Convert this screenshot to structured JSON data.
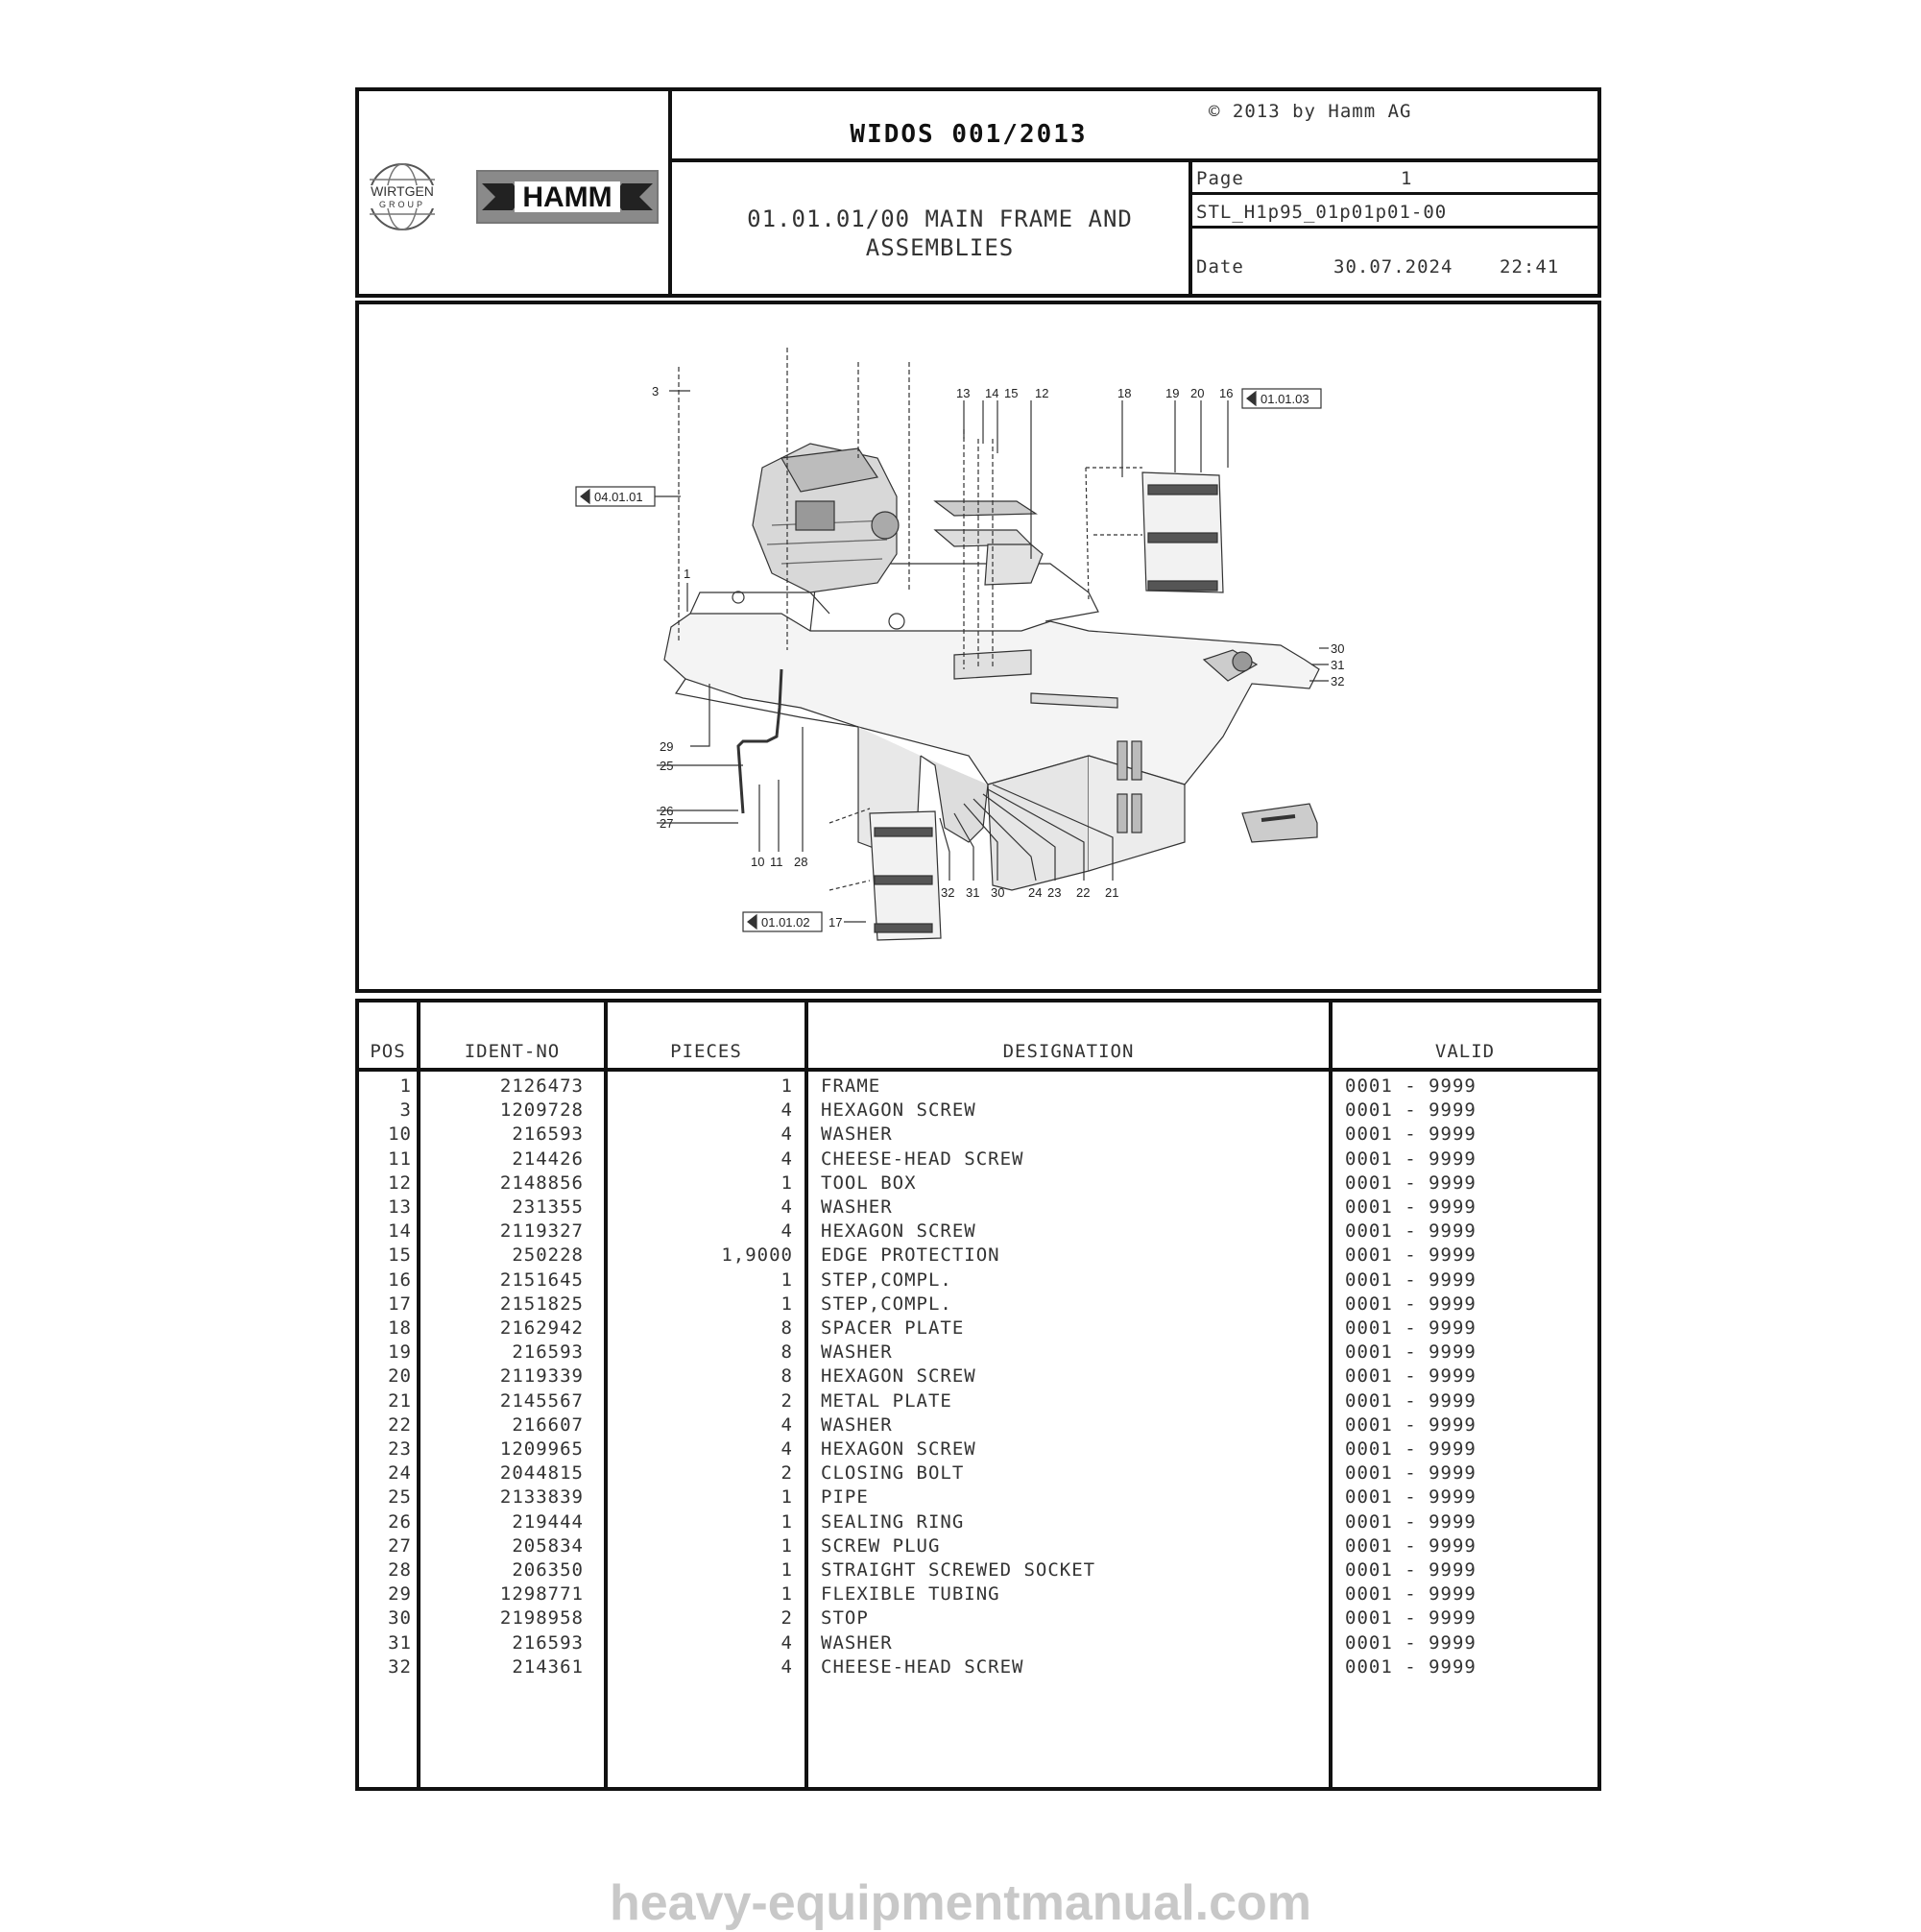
{
  "header": {
    "widos": "WIDOS 001/2013",
    "copyright": "© 2013 by Hamm AG",
    "title_line1": "01.01.01/00 MAIN FRAME AND",
    "title_line2": "ASSEMBLIES",
    "page_label": "Page",
    "page_value": "1",
    "stl": "STL_H1p95_01p01p01-00",
    "date_label": "Date",
    "date_value": "30.07.2024",
    "time_value": "22:41"
  },
  "logos": {
    "wirtgen_line1": "WIRTGEN",
    "wirtgen_line2": "GROUP",
    "hamm": "HAMM"
  },
  "drawing": {
    "refs": {
      "r_04_01_01": "04.01.01",
      "r_01_01_03": "01.01.03",
      "r_01_01_02": "01.01.02"
    },
    "callouts": {
      "c1": "1",
      "c3": "3",
      "c10": "10",
      "c11": "11",
      "c12": "12",
      "c13": "13",
      "c14": "14",
      "c15": "15",
      "c16": "16",
      "c17": "17",
      "c18": "18",
      "c19": "19",
      "c20": "20",
      "c21": "21",
      "c22": "22",
      "c23": "23",
      "c24": "24",
      "c25": "25",
      "c26": "26",
      "c27": "27",
      "c28": "28",
      "c29": "29",
      "c30": "30",
      "c31": "31",
      "c32": "32",
      "c30b": "30",
      "c31b": "31",
      "c32b": "32"
    }
  },
  "table": {
    "headers": {
      "pos": "POS",
      "ident": "IDENT-NO",
      "pieces": "PIECES",
      "designation": "DESIGNATION",
      "valid": "VALID"
    },
    "rows": [
      {
        "pos": "1",
        "ident": "2126473",
        "pieces": "1",
        "designation": "FRAME",
        "valid": "0001 - 9999"
      },
      {
        "pos": "3",
        "ident": "1209728",
        "pieces": "4",
        "designation": "HEXAGON SCREW",
        "valid": "0001 - 9999"
      },
      {
        "pos": "10",
        "ident": "216593",
        "pieces": "4",
        "designation": "WASHER",
        "valid": "0001 - 9999"
      },
      {
        "pos": "11",
        "ident": "214426",
        "pieces": "4",
        "designation": "CHEESE-HEAD SCREW",
        "valid": "0001 - 9999"
      },
      {
        "pos": "12",
        "ident": "2148856",
        "pieces": "1",
        "designation": "TOOL BOX",
        "valid": "0001 - 9999"
      },
      {
        "pos": "13",
        "ident": "231355",
        "pieces": "4",
        "designation": "WASHER",
        "valid": "0001 - 9999"
      },
      {
        "pos": "14",
        "ident": "2119327",
        "pieces": "4",
        "designation": "HEXAGON SCREW",
        "valid": "0001 - 9999"
      },
      {
        "pos": "15",
        "ident": "250228",
        "pieces": "1,9000",
        "designation": "EDGE PROTECTION",
        "valid": "0001 - 9999"
      },
      {
        "pos": "16",
        "ident": "2151645",
        "pieces": "1",
        "designation": "STEP,COMPL.",
        "valid": "0001 - 9999"
      },
      {
        "pos": "17",
        "ident": "2151825",
        "pieces": "1",
        "designation": "STEP,COMPL.",
        "valid": "0001 - 9999"
      },
      {
        "pos": "18",
        "ident": "2162942",
        "pieces": "8",
        "designation": "SPACER PLATE",
        "valid": "0001 - 9999"
      },
      {
        "pos": "19",
        "ident": "216593",
        "pieces": "8",
        "designation": "WASHER",
        "valid": "0001 - 9999"
      },
      {
        "pos": "20",
        "ident": "2119339",
        "pieces": "8",
        "designation": "HEXAGON SCREW",
        "valid": "0001 - 9999"
      },
      {
        "pos": "21",
        "ident": "2145567",
        "pieces": "2",
        "designation": "METAL PLATE",
        "valid": "0001 - 9999"
      },
      {
        "pos": "22",
        "ident": "216607",
        "pieces": "4",
        "designation": "WASHER",
        "valid": "0001 - 9999"
      },
      {
        "pos": "23",
        "ident": "1209965",
        "pieces": "4",
        "designation": "HEXAGON SCREW",
        "valid": "0001 - 9999"
      },
      {
        "pos": "24",
        "ident": "2044815",
        "pieces": "2",
        "designation": "CLOSING BOLT",
        "valid": "0001 - 9999"
      },
      {
        "pos": "25",
        "ident": "2133839",
        "pieces": "1",
        "designation": "PIPE",
        "valid": "0001 - 9999"
      },
      {
        "pos": "26",
        "ident": "219444",
        "pieces": "1",
        "designation": "SEALING RING",
        "valid": "0001 - 9999"
      },
      {
        "pos": "27",
        "ident": "205834",
        "pieces": "1",
        "designation": "SCREW PLUG",
        "valid": "0001 - 9999"
      },
      {
        "pos": "28",
        "ident": "206350",
        "pieces": "1",
        "designation": "STRAIGHT SCREWED SOCKET",
        "valid": "0001 - 9999"
      },
      {
        "pos": "29",
        "ident": "1298771",
        "pieces": "1",
        "designation": "FLEXIBLE TUBING",
        "valid": "0001 - 9999"
      },
      {
        "pos": "30",
        "ident": "2198958",
        "pieces": "2",
        "designation": "STOP",
        "valid": "0001 - 9999"
      },
      {
        "pos": "31",
        "ident": "216593",
        "pieces": "4",
        "designation": "WASHER",
        "valid": "0001 - 9999"
      },
      {
        "pos": "32",
        "ident": "214361",
        "pieces": "4",
        "designation": "CHEESE-HEAD SCREW",
        "valid": "0001 - 9999"
      }
    ]
  },
  "footer": {
    "watermark": "heavy-equipmentmanual.com"
  }
}
